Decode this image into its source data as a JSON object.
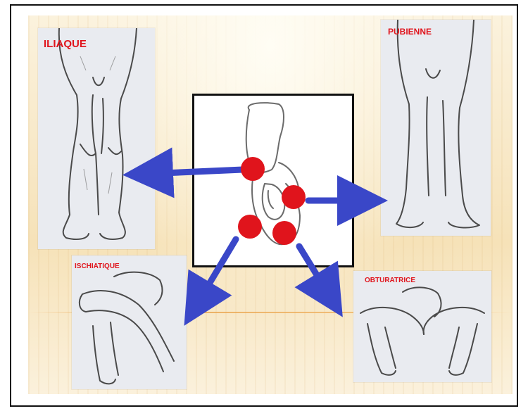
{
  "labels": {
    "iliaque": "ILIAQUE",
    "pubienne": "PUBIENNE",
    "ischiatique": "ISCHIATIQUE",
    "obturatrice": "OBTURATRICE"
  },
  "colors": {
    "label": "#e0141c",
    "arrow": "#3a47c8",
    "dot": "#e0141c",
    "panel": "#e9ebf0",
    "sketch": "#4a4a4a"
  },
  "icons": {
    "dot": "red-circle-icon",
    "arrow": "blue-arrow-icon"
  }
}
